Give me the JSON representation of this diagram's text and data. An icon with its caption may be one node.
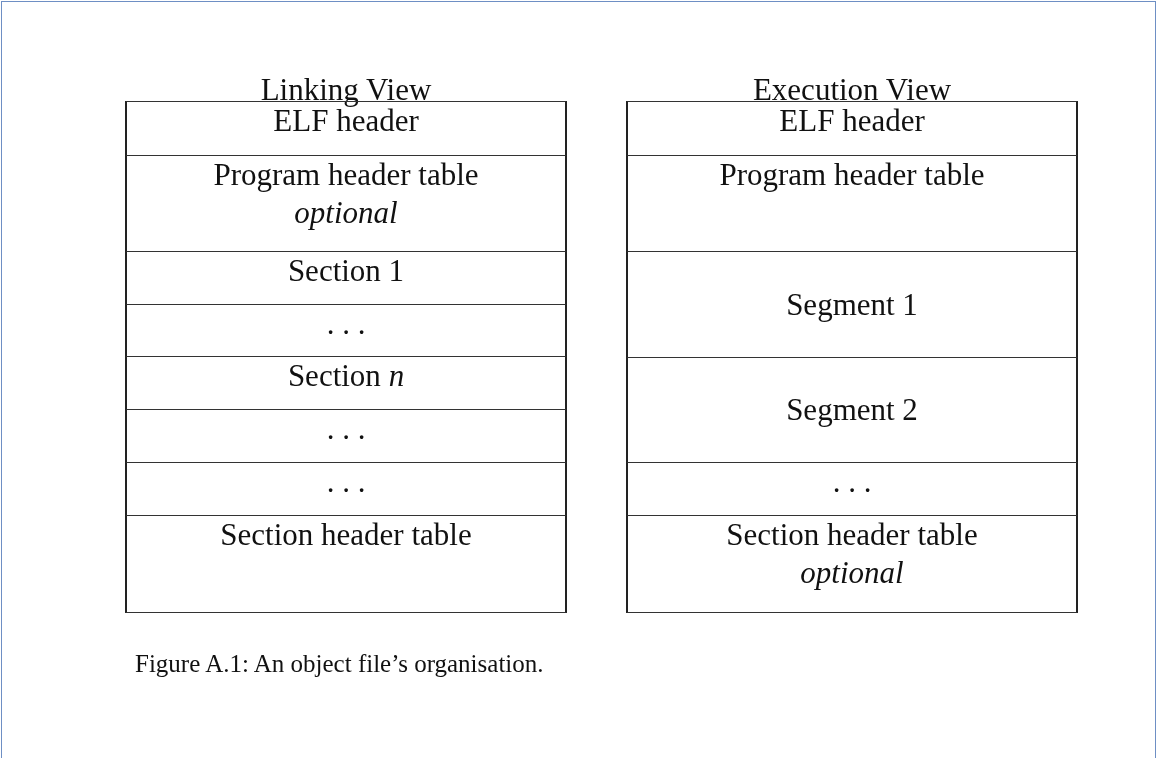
{
  "diagram": {
    "caption": "Figure A.1: An object file’s organisation.",
    "nodes": [
      {
        "text": [
          "Linking View"
        ]
      },
      {
        "text": [
          "ELF header"
        ],
        "in": 0
      },
      {
        "text": [
          "Program header table",
          "optional"
        ],
        "in": 0
      },
      {
        "text": [
          "Section 1"
        ],
        "in": 0
      },
      {
        "text": [
          ". . ."
        ],
        "in": 0
      },
      {
        "text": [
          "Section *n*"
        ],
        "in": 0
      },
      {
        "text": [
          ". . ."
        ],
        "in": 0
      },
      {
        "text": [
          ". . ."
        ],
        "in": 0
      },
      {
        "text": [
          "Section header table"
        ],
        "in": 0
      },
      {
        "text": [
          "Execution View"
        ]
      },
      {
        "text": [
          "ELF header"
        ],
        "in": 9
      },
      {
        "text": [
          "Program header table"
        ],
        "in": 9
      },
      {
        "text": [
          "Segment 1"
        ],
        "in": 9
      },
      {
        "text": [
          "Segment 2"
        ],
        "in": 9
      },
      {
        "text": [
          ". . ."
        ],
        "in": 9
      },
      {
        "text": [
          "Section header table",
          "optional"
        ],
        "in": 9
      }
    ]
  }
}
